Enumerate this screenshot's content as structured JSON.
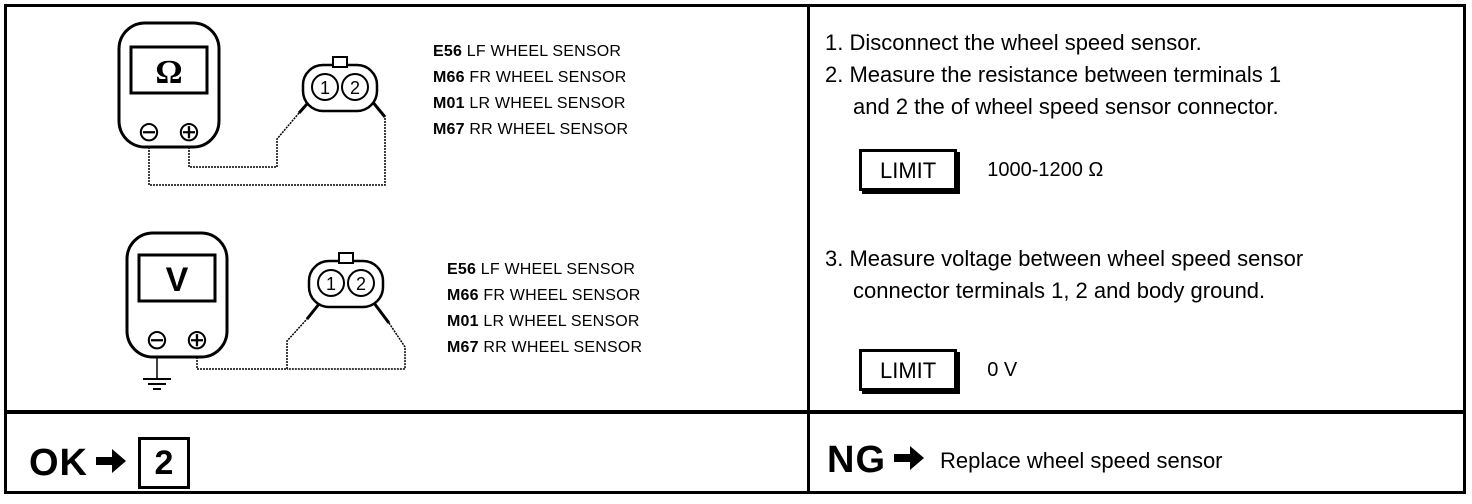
{
  "diagram_top": {
    "meter_symbol": "Ω",
    "terminal_neg": "⊖",
    "terminal_pos": "⊕",
    "pin1": "1",
    "pin2": "2",
    "legend": [
      {
        "code": "E56",
        "text": "LF WHEEL SENSOR"
      },
      {
        "code": "M66",
        "text": "FR WHEEL SENSOR"
      },
      {
        "code": "M01",
        "text": "LR WHEEL SENSOR"
      },
      {
        "code": "M67",
        "text": "RR WHEEL SENSOR"
      }
    ]
  },
  "diagram_bottom": {
    "meter_symbol": "V",
    "terminal_neg": "⊖",
    "terminal_pos": "⊕",
    "pin1": "1",
    "pin2": "2",
    "legend": [
      {
        "code": "E56",
        "text": "LF WHEEL SENSOR"
      },
      {
        "code": "M66",
        "text": "FR WHEEL SENSOR"
      },
      {
        "code": "M01",
        "text": "LR WHEEL SENSOR"
      },
      {
        "code": "M67",
        "text": "RR WHEEL SENSOR"
      }
    ]
  },
  "steps": {
    "step1": "1. Disconnect the wheel speed sensor.",
    "step2_line1": "2. Measure the resistance between terminals 1",
    "step2_line2": "and 2 the of wheel speed sensor connector.",
    "limit1_label": "LIMIT",
    "limit1_value": "1000-1200 Ω",
    "step3_line1": "3. Measure voltage between wheel speed sensor",
    "step3_line2": "connector terminals 1, 2 and body ground.",
    "limit2_label": "LIMIT",
    "limit2_value": "0 V"
  },
  "result": {
    "ok_label": "OK",
    "ok_step": "2",
    "ng_label": "NG",
    "ng_action": "Replace wheel speed sensor"
  }
}
